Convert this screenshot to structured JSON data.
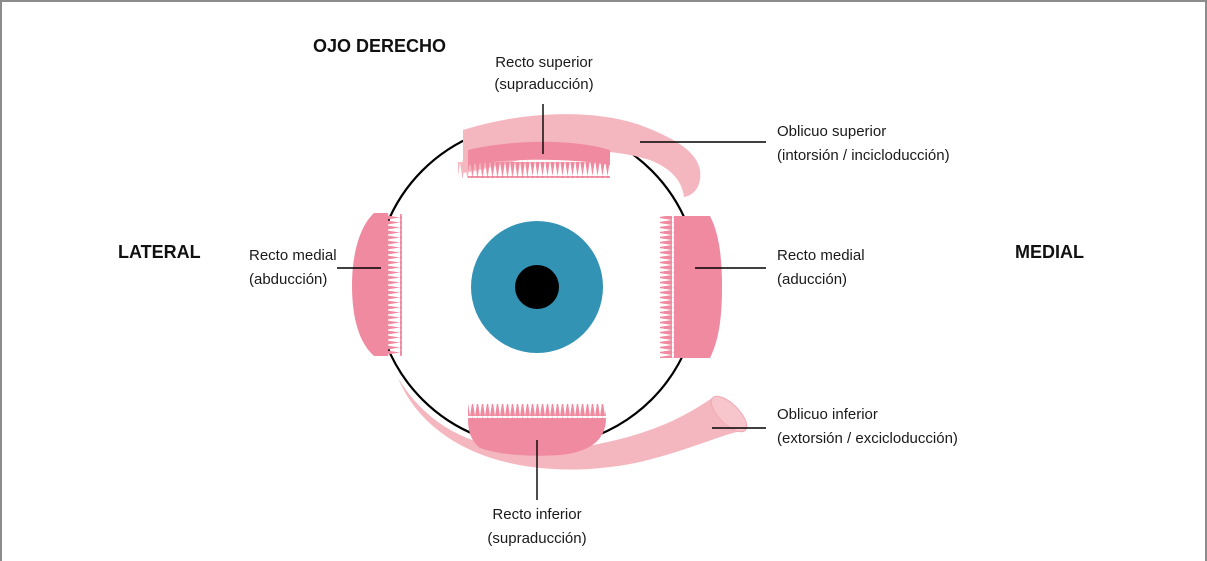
{
  "title": "OJO DERECHO",
  "side_left": "LATERAL",
  "side_right": "MEDIAL",
  "muscles": {
    "recto_superior": {
      "name": "Recto superior",
      "action": "(supraducción)"
    },
    "oblicuo_superior": {
      "name": "Oblicuo superior",
      "action": "(intorsión / incicloducción)"
    },
    "recto_lateral": {
      "name": "Recto medial",
      "action": "(abducción)"
    },
    "recto_medial": {
      "name": "Recto medial",
      "action": "(aducción)"
    },
    "oblicuo_inferior": {
      "name": "Oblicuo inferior",
      "action": "(extorsión / excicloducción)"
    },
    "recto_inferior": {
      "name": "Recto inferior",
      "action": "(supraducción)"
    }
  },
  "colors": {
    "muscle_rectus": "#ef8aa0",
    "muscle_oblique": "#f5b7bf",
    "iris": "#3393b5",
    "pupil": "#000000",
    "globe_outline": "#000000"
  }
}
